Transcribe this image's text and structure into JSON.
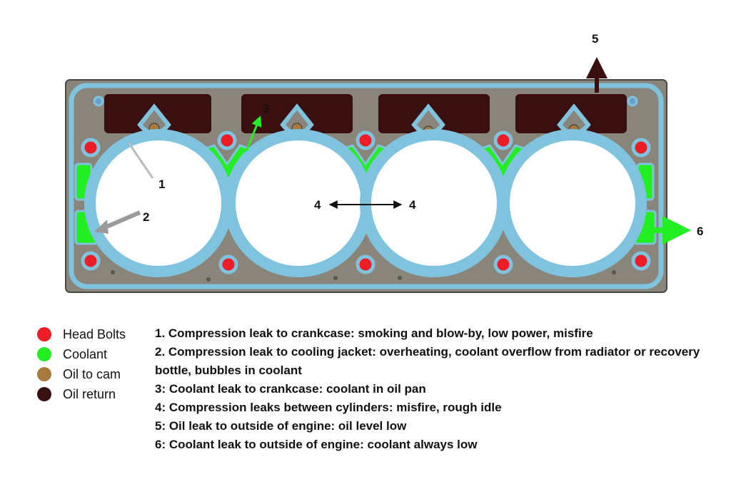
{
  "colors": {
    "head_bolts": "#ee1c24",
    "coolant": "#22ee22",
    "oil_to_cam": "#a87a3e",
    "oil_return": "#3a0f0f",
    "gasket_bead": "#7fc3df",
    "gasket_plate": "#8a857a"
  },
  "callouts": {
    "c1": "1",
    "c2": "2",
    "c3": "3",
    "c4a": "4",
    "c4b": "4",
    "c5": "5",
    "c6": "6"
  },
  "legend": [
    {
      "label": "Head Bolts",
      "color": "#ee1c24"
    },
    {
      "label": "Coolant",
      "color": "#22ee22"
    },
    {
      "label": "Oil to cam",
      "color": "#a87a3e"
    },
    {
      "label": "Oil return",
      "color": "#3a0f0f"
    }
  ],
  "notes": [
    "1. Compression leak to crankcase: smoking and blow-by, low power, misfire",
    "2. Compression leak to cooling jacket: overheating, coolant overflow from radiator or recovery bottle, bubbles in coolant",
    "3: Coolant leak to crankcase: coolant in oil pan",
    "4: Compression leaks between cylinders: misfire, rough idle",
    "5: Oil leak to outside of engine: oil level low",
    "6: Coolant leak to outside of engine: coolant always low"
  ]
}
